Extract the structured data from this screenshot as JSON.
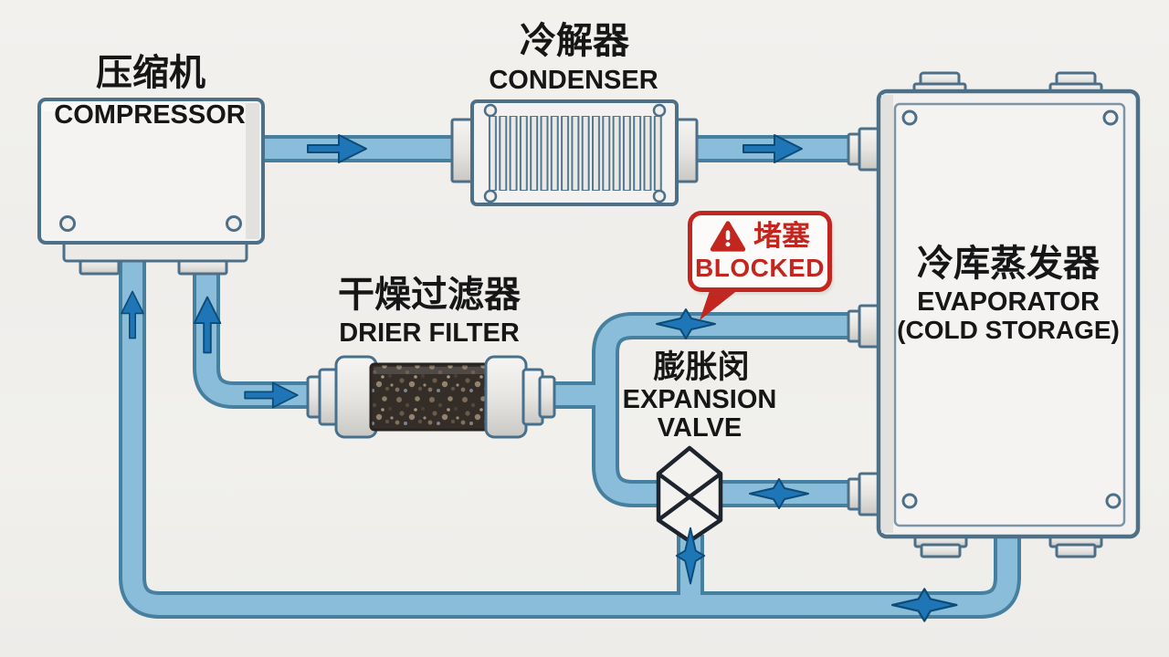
{
  "diagram": {
    "type": "refrigeration-cycle",
    "components": {
      "compressor": {
        "zh": "压缩机",
        "en": "COMPRESSOR"
      },
      "condenser": {
        "zh": "冷解器",
        "en": "CONDENSER"
      },
      "drier_filter": {
        "zh": "干燥过滤器",
        "en": "DRIER FILTER"
      },
      "expansion_valve": {
        "zh": "膨胀闵",
        "en_line1": "EXPANSION",
        "en_line2": "VALVE"
      },
      "evaporator": {
        "zh": "冷库蒸发器",
        "en_line1": "EVAPORATOR",
        "en_line2": "(COLD STORAGE)"
      },
      "fault_callout": {
        "zh": "堵塞",
        "en": "BLOCKED",
        "icon": "warning-triangle-icon"
      }
    },
    "flow_arrows": [
      {
        "id": "compressor-to-condenser",
        "direction": "right"
      },
      {
        "id": "condenser-to-evaporator",
        "direction": "right"
      },
      {
        "id": "evaporator-middle-line",
        "direction": "left"
      },
      {
        "id": "inlet-to-drier-filter",
        "direction": "right"
      },
      {
        "id": "valve-to-evaporator",
        "direction": "right"
      },
      {
        "id": "into-valve-bottom",
        "direction": "up"
      },
      {
        "id": "bottom-return-line",
        "direction": "right"
      },
      {
        "id": "suction-riser-left",
        "direction": "up"
      },
      {
        "id": "suction-riser-center",
        "direction": "up"
      }
    ],
    "colors": {
      "background": "#f1f0ed",
      "pipe_fill": "#8abdda",
      "pipe_outline": "#46809e",
      "arrow_fill": "#1e76b6",
      "arrow_outline": "#0d4b76",
      "box_fill": "#f3f2f0",
      "box_outline": "#4d7088",
      "alert_red": "#c3261e",
      "valve_outline": "#1d242e",
      "text": "#161616"
    }
  }
}
